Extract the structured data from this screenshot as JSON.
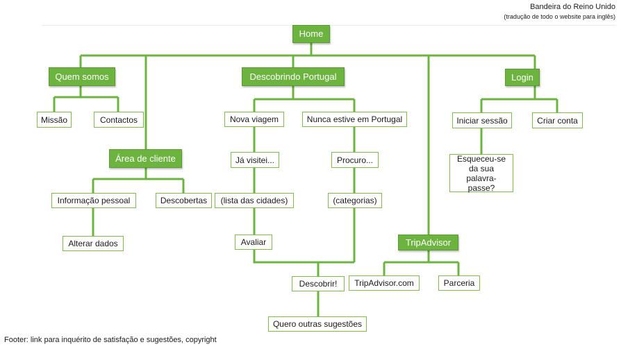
{
  "language": {
    "title": "Bandeira do Reino Unido",
    "subtitle": "(tradução de todo o website para inglês)"
  },
  "footer": {
    "text": "Footer: link para inquérito de satisfação e sugestões, copyright"
  },
  "nodes": {
    "home": "Home",
    "quem_somos": "Quem somos",
    "missao": "Missão",
    "contactos": "Contactos",
    "area_cliente": "Área de cliente",
    "informacao_pessoal": "Informação pessoal",
    "descobertas": "Descobertas",
    "alterar_dados": "Alterar dados",
    "descobrindo_portugal": "Descobrindo Portugal",
    "nova_viagem": "Nova viagem",
    "nunca_estive": "Nunca estive em Portugal",
    "ja_visitei": "Já visitei...",
    "lista_cidades": "(lista das cidades)",
    "avaliar": "Avaliar",
    "procuro": "Procuro...",
    "categorias": "(categorias)",
    "descobrir": "Descobrir!",
    "quero_outras": "Quero outras sugestões",
    "tripadvisor": "TripAdvisor",
    "tripadvisor_com": "TripAdvisor.com",
    "parceria": "Parceria",
    "login": "Login",
    "iniciar_sessao": "Iniciar sessão",
    "criar_conta": "Criar conta",
    "esqueceu": "Esqueceu-se da sua palavra-passe?"
  },
  "colors": {
    "accent": "#6cb33f",
    "line": "#6cb33f",
    "box_border": "#7dbb4a"
  }
}
